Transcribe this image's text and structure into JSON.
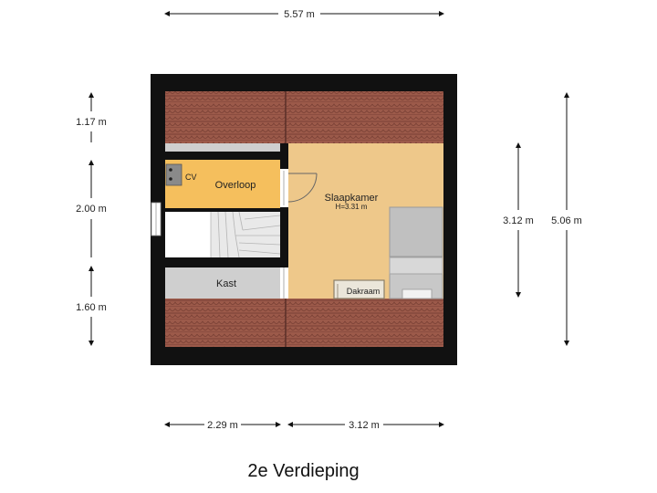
{
  "floor_title": "2e Verdieping",
  "dimensions": {
    "top_width": "5.57 m",
    "left_1": "1.17 m",
    "left_2": "2.00 m",
    "left_3": "1.60 m",
    "right_inner": "3.12 m",
    "right_outer": "5.06 m",
    "bottom_left": "2.29 m",
    "bottom_right": "3.12 m"
  },
  "rooms": {
    "overloop": "Overloop",
    "cv": "CV",
    "slaapkamer": "Slaapkamer",
    "slaapkamer_height": "H=3.31 m",
    "kast": "Kast",
    "dakraam": "Dakraam"
  },
  "colors": {
    "roof_tile": "#9c5a4a",
    "roof_line": "#7a4035",
    "wall": "#111111",
    "slaapkamer_floor": "#eec88a",
    "overloop_floor": "#f5bf5d",
    "kast_floor": "#cfcfcf",
    "stair": "#e9e9e9",
    "bed": "#c8c8c8"
  }
}
